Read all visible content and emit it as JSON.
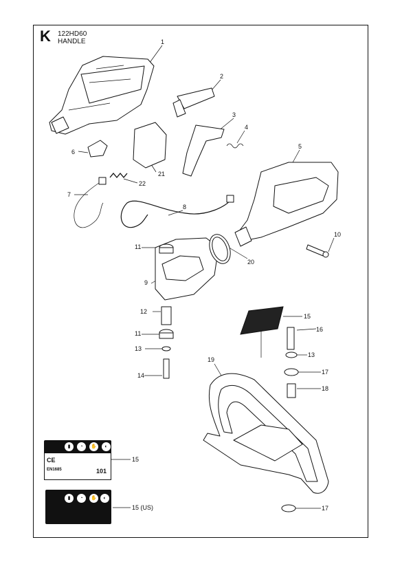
{
  "header": {
    "section_letter": "K",
    "model": "122HD60",
    "subtitle": "HANDLE"
  },
  "callouts": [
    {
      "id": "c1",
      "label": "1"
    },
    {
      "id": "c2",
      "label": "2"
    },
    {
      "id": "c3",
      "label": "3"
    },
    {
      "id": "c4",
      "label": "4"
    },
    {
      "id": "c5",
      "label": "5"
    },
    {
      "id": "c6",
      "label": "6"
    },
    {
      "id": "c7",
      "label": "7"
    },
    {
      "id": "c8",
      "label": "8"
    },
    {
      "id": "c9",
      "label": "9"
    },
    {
      "id": "c10",
      "label": "10"
    },
    {
      "id": "c11a",
      "label": "11"
    },
    {
      "id": "c11b",
      "label": "11"
    },
    {
      "id": "c12",
      "label": "12"
    },
    {
      "id": "c13a",
      "label": "13"
    },
    {
      "id": "c13b",
      "label": "13"
    },
    {
      "id": "c14",
      "label": "14"
    },
    {
      "id": "c15a",
      "label": "15"
    },
    {
      "id": "c15b",
      "label": "15"
    },
    {
      "id": "c15c",
      "label": "15 (US)"
    },
    {
      "id": "c16",
      "label": "16"
    },
    {
      "id": "c17a",
      "label": "17"
    },
    {
      "id": "c17b",
      "label": "17"
    },
    {
      "id": "c18",
      "label": "18"
    },
    {
      "id": "c19",
      "label": "19"
    },
    {
      "id": "c20",
      "label": "20"
    },
    {
      "id": "c21",
      "label": "21"
    },
    {
      "id": "c22",
      "label": "22"
    }
  ],
  "decal_eu": {
    "marks": [
      "CE",
      "EN1685",
      "101"
    ]
  }
}
